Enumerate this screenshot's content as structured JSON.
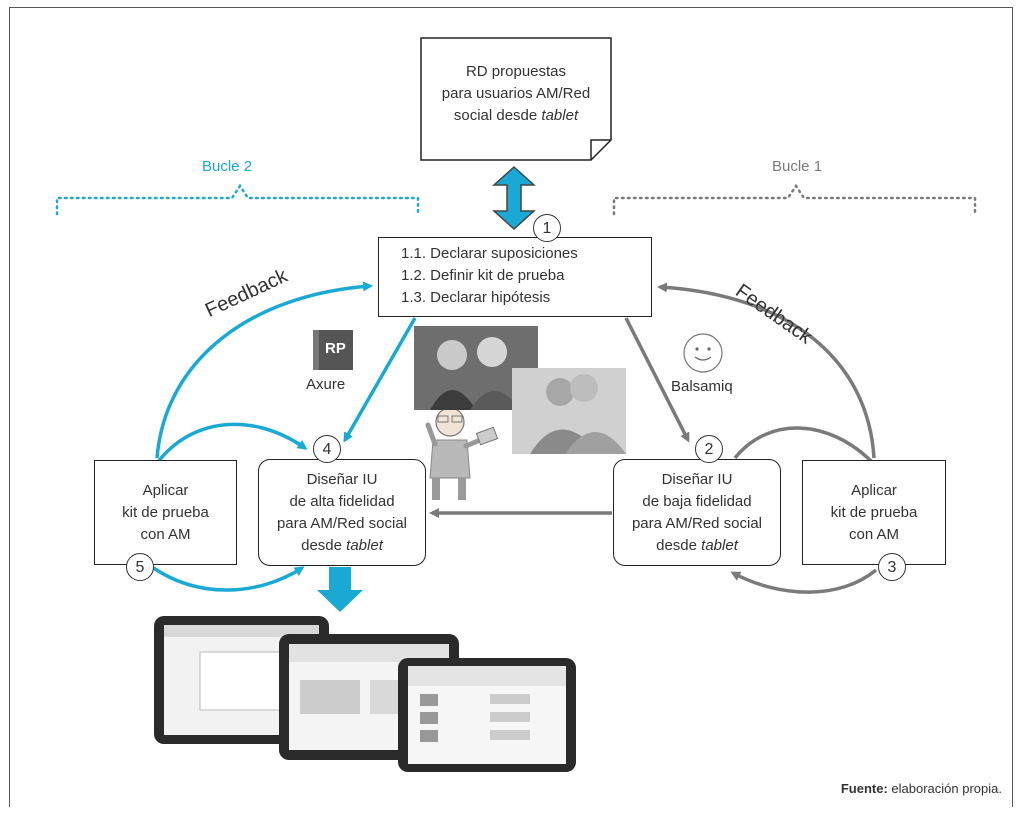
{
  "document": {
    "rd_box": [
      "RD propuestas",
      "para usuarios AM/Red",
      "social desde "
    ],
    "rd_box_italic": "tablet",
    "loop2_label": "Bucle 2",
    "loop1_label": "Bucle 1",
    "tasks": [
      "1.1.  Declarar suposiciones",
      "1.2.  Definir kit de prueba",
      "1.3.  Declarar hipótesis"
    ],
    "feedback_left": "Feedback",
    "feedback_right": "Feedback",
    "axure_label": "Axure",
    "axure_icon_text": "RP",
    "balsamiq_label": "Balsamiq",
    "step_numbers": [
      "1",
      "2",
      "3",
      "4",
      "5"
    ],
    "apply_left": [
      "Aplicar",
      "kit de prueba",
      "con AM"
    ],
    "apply_right": [
      "Aplicar",
      "kit de prueba",
      "con AM"
    ],
    "design_high": [
      "Diseñar IU",
      "de alta fidelidad",
      "para AM/Red social",
      "desde "
    ],
    "design_low": [
      "Diseñar IU",
      "de baja fidelidad",
      "para AM/Red social",
      "desde "
    ],
    "design_italic": "tablet",
    "source_bold": "Fuente:",
    "source_text": " elaboración propia.",
    "colors": {
      "loop2": "#1aa8d4",
      "loop1": "#7a7a7a",
      "box_border": "#222222"
    }
  }
}
